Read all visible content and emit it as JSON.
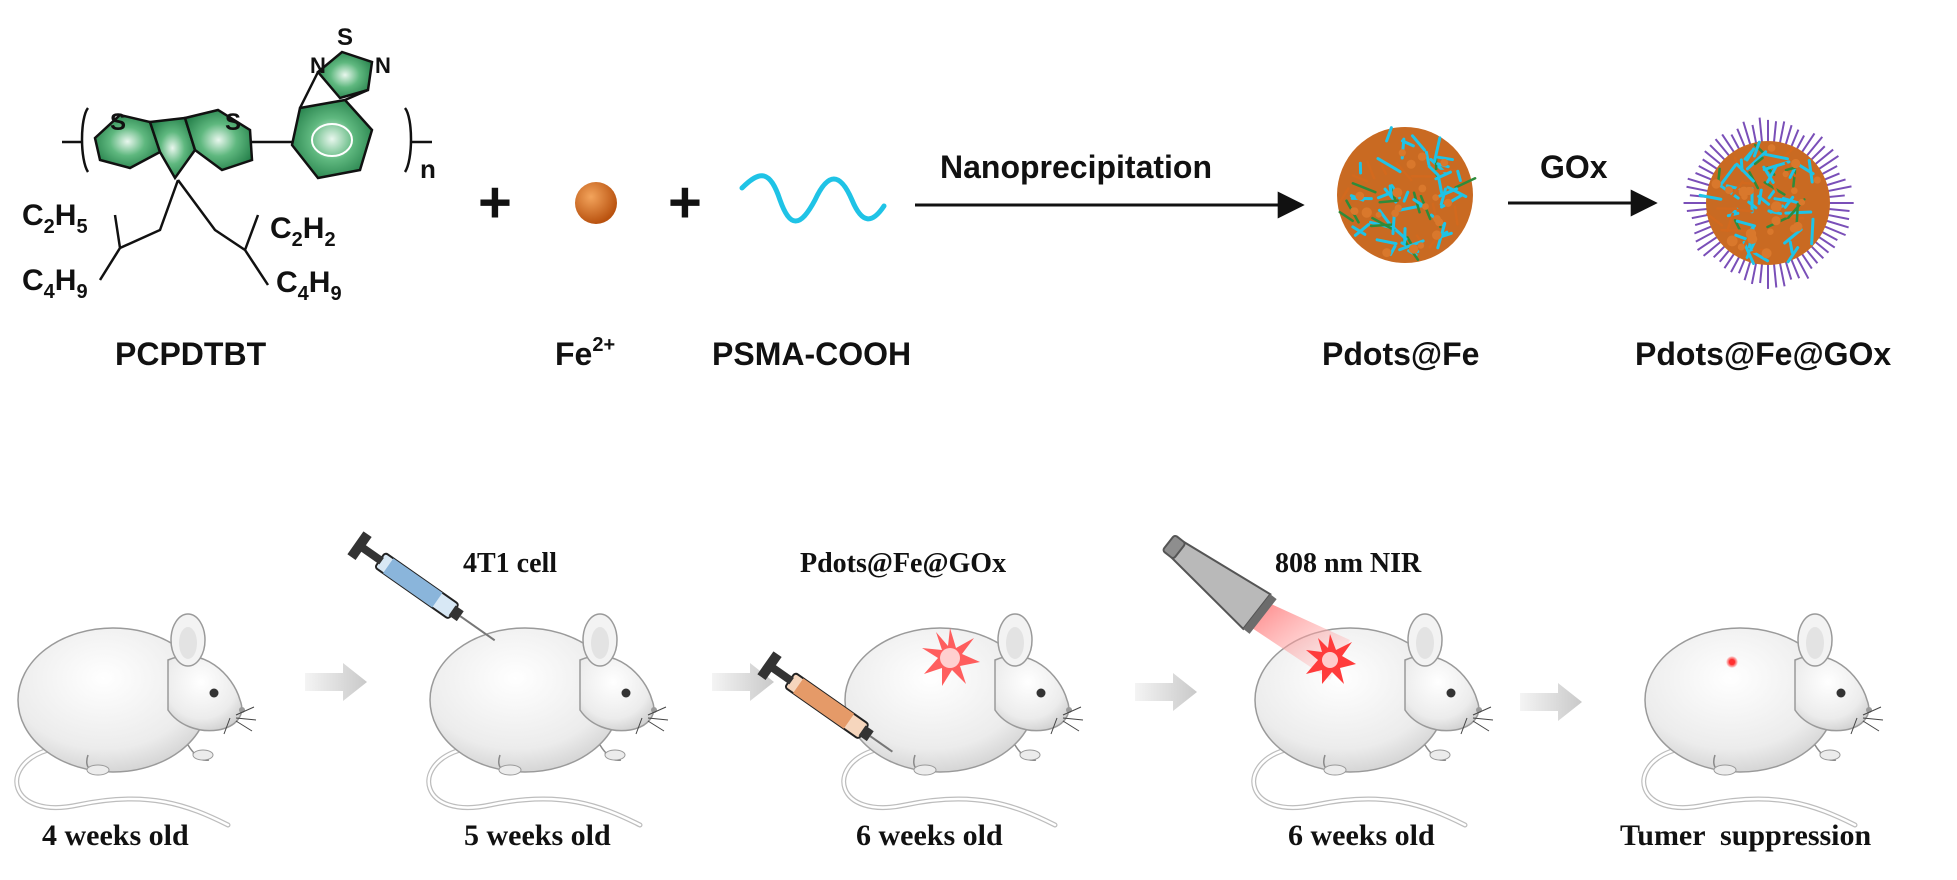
{
  "colors": {
    "polymer_ring": "#2e8b57",
    "iron": "#d2691e",
    "psma": "#1fc3e6",
    "gox": "#7a4fb8",
    "laser": "#e8333a",
    "text": "#111111"
  },
  "polymer": {
    "ring_atoms": {
      "s1": "S",
      "s2": "S",
      "s3": "S",
      "n1": "N",
      "n2": "N"
    },
    "repeat": "n",
    "subst": {
      "c2h5": {
        "a": "C",
        "b": "2",
        "c": "H",
        "d": "5"
      },
      "c4h9_left": {
        "a": "C",
        "b": "4",
        "c": "H",
        "d": "9"
      },
      "c2h2": {
        "a": "C",
        "b": "2",
        "c": "H",
        "d": "2"
      },
      "c4h9_right": {
        "a": "C",
        "b": "4",
        "c": "H",
        "d": "9"
      }
    }
  },
  "synthesis": {
    "plus": "+",
    "labels": {
      "pcpdtbt": "PCPDTBT",
      "fe": "Fe",
      "fe_charge": "2+",
      "psma": "PSMA-COOH",
      "pdots_fe": "Pdots@Fe",
      "pdots_fe_gox": "Pdots@Fe@GOx"
    },
    "arrows": {
      "nanoprecipitation": "Nanoprecipitation",
      "gox": "GOx"
    }
  },
  "workflow": {
    "steps": [
      {
        "caption": "4 weeks old",
        "tool_label": ""
      },
      {
        "caption": "5 weeks old",
        "tool_label": "4T1 cell"
      },
      {
        "caption": "6 weeks old",
        "tool_label": "Pdots@Fe@GOx"
      },
      {
        "caption": "6 weeks old",
        "tool_label": "808 nm NIR"
      },
      {
        "caption": "Tumer  suppression",
        "tool_label": ""
      }
    ]
  }
}
